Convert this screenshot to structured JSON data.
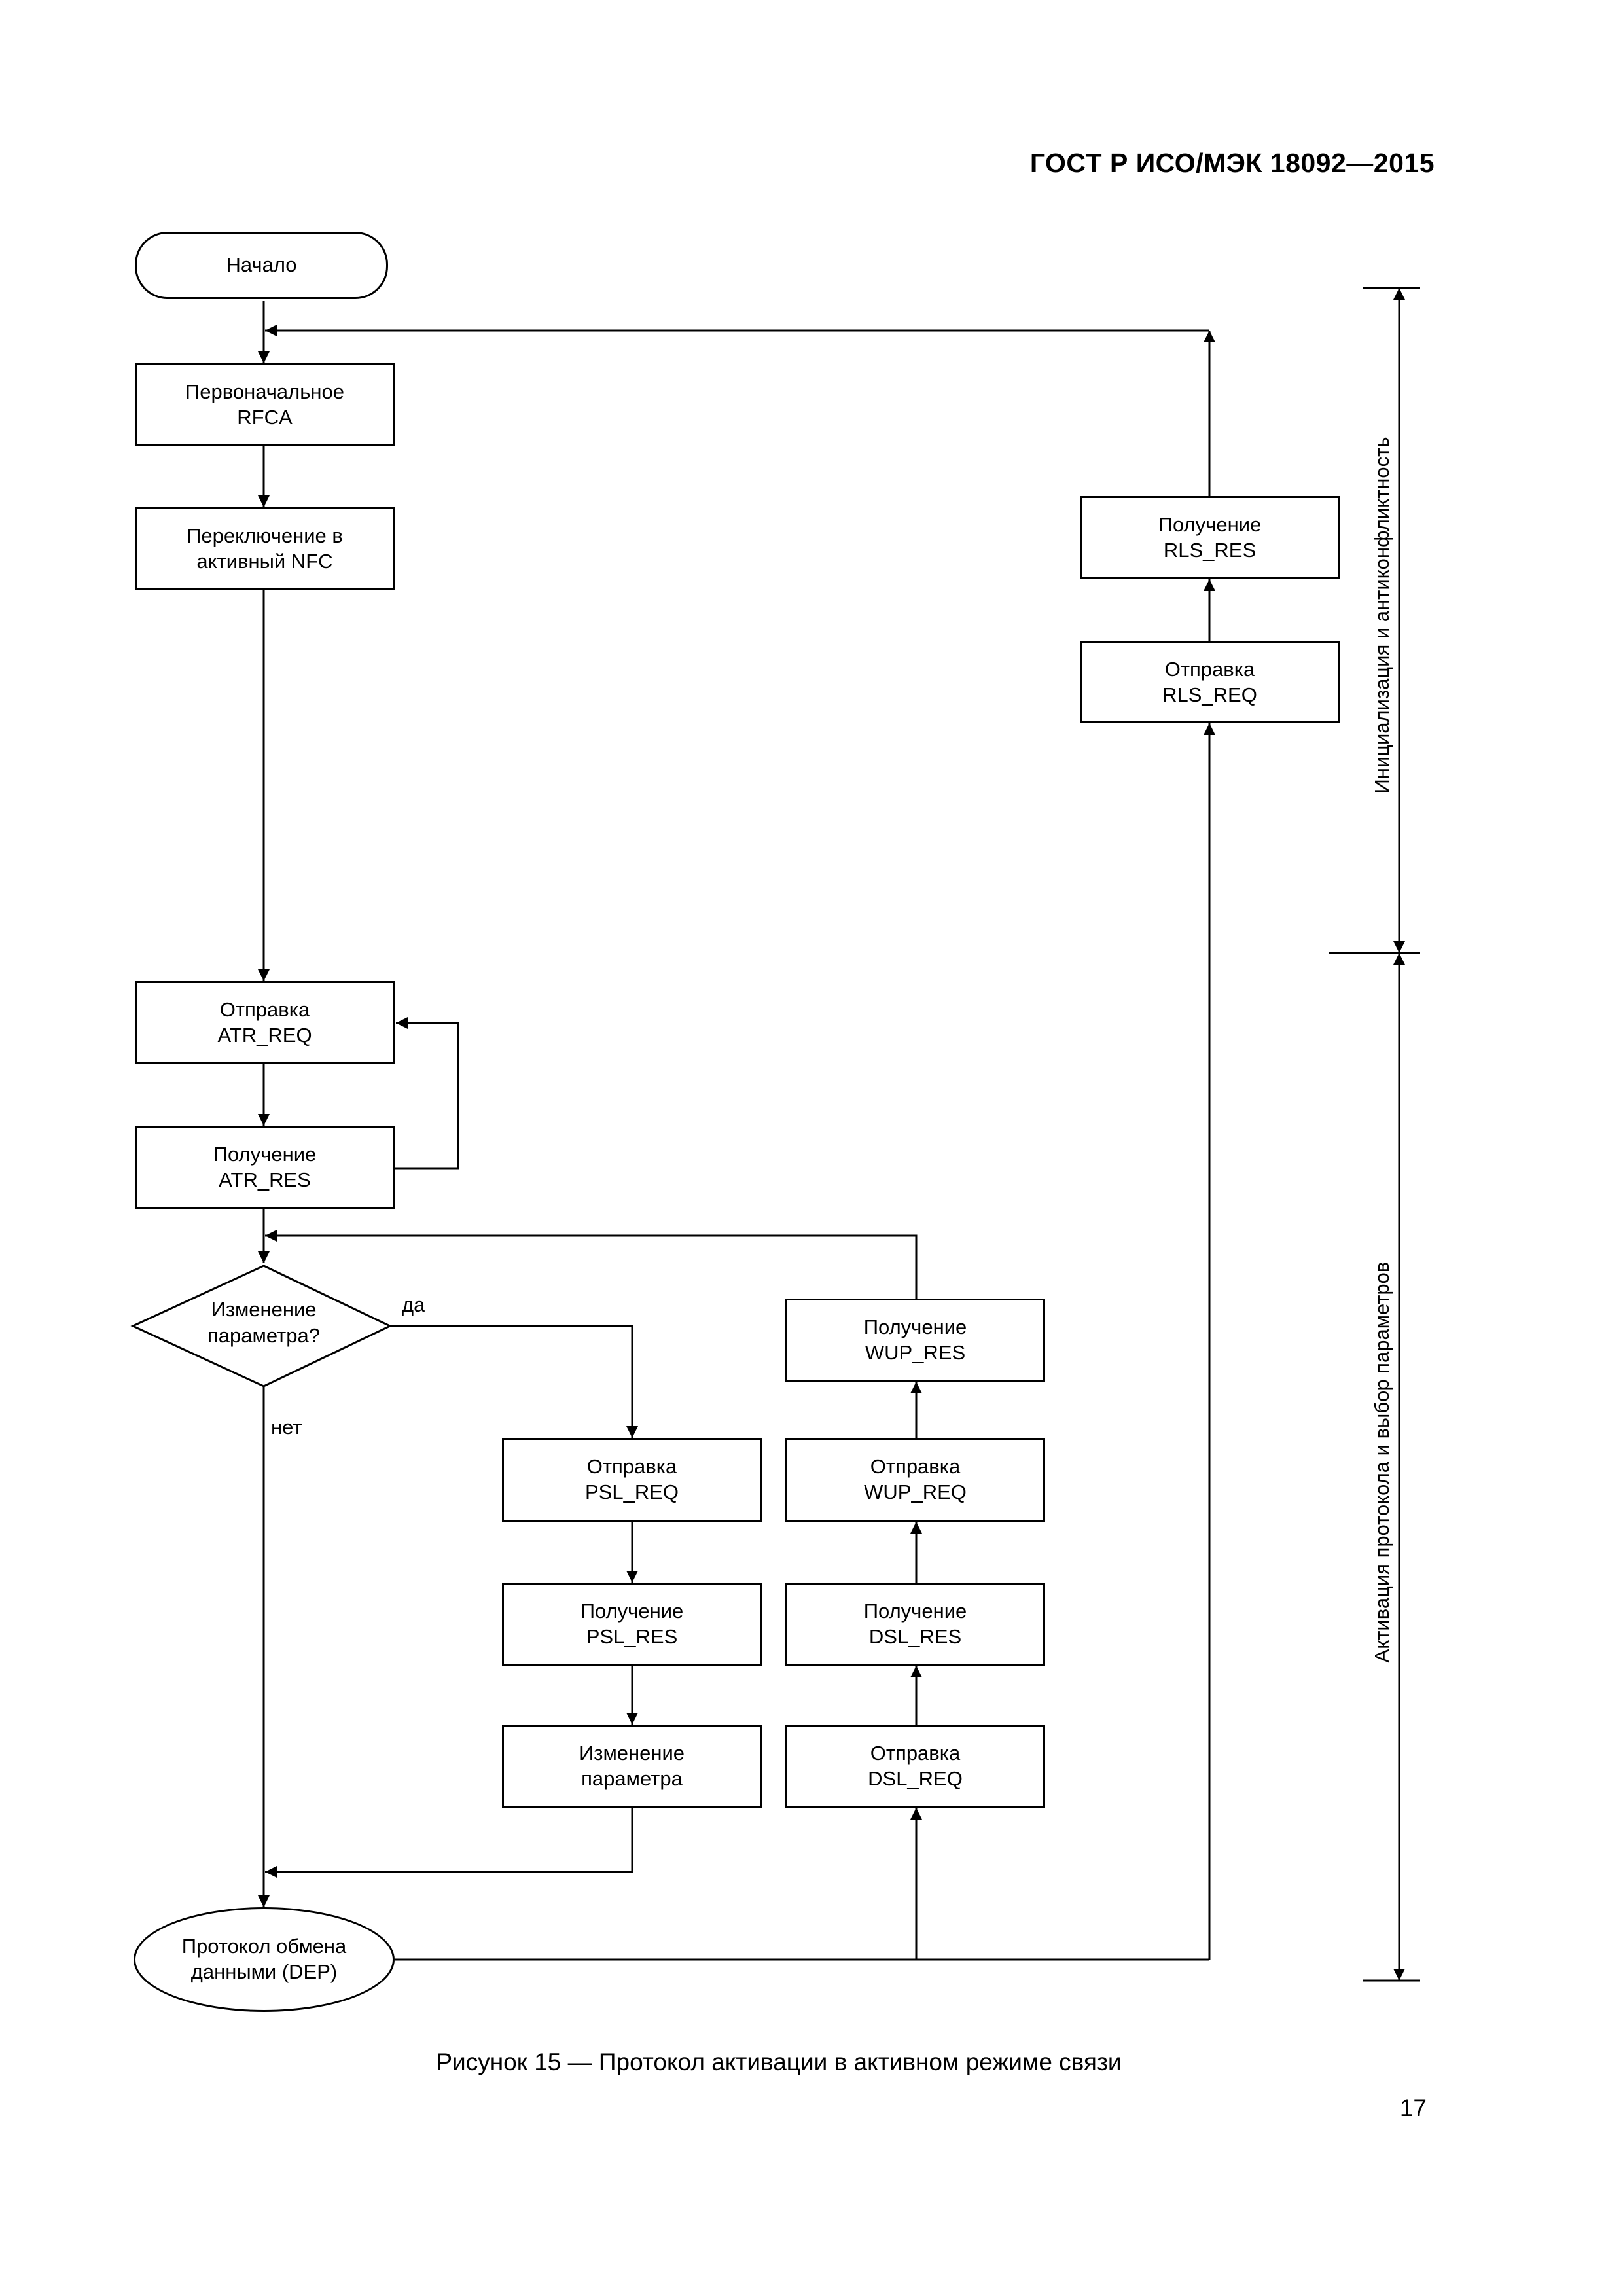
{
  "document": {
    "header": "ГОСТ Р ИСО/МЭК 18092—2015",
    "caption": "Рисунок 15 — Протокол активации в активном режиме связи",
    "page_number": "17"
  },
  "flowchart": {
    "start": "Начало",
    "initial_rfca": "Первоначальное\nRFCA",
    "switch_nfc": "Переключение в\nактивный NFC",
    "send_atr_req": "Отправка\nATR_REQ",
    "recv_atr_res": "Получение\nATR_RES",
    "decision": "Изменение\nпараметра?",
    "yes_label": "да",
    "no_label": "нет",
    "send_psl_req": "Отправка\nPSL_REQ",
    "recv_psl_res": "Получение\nPSL_RES",
    "change_param": "Изменение\nпараметра",
    "dep": "Протокол обмена\nданными (DEP)",
    "send_dsl_req": "Отправка\nDSL_REQ",
    "recv_dsl_res": "Получение\nDSL_RES",
    "send_wup_req": "Отправка\nWUP_REQ",
    "recv_wup_res": "Получение\nWUP_RES",
    "send_rls_req": "Отправка\nRLS_REQ",
    "recv_rls_res": "Получение\nRLS_RES"
  },
  "phases": {
    "top": "Инициализация и антиконфликтность",
    "bottom": "Активация протокола и выбор параметров"
  }
}
